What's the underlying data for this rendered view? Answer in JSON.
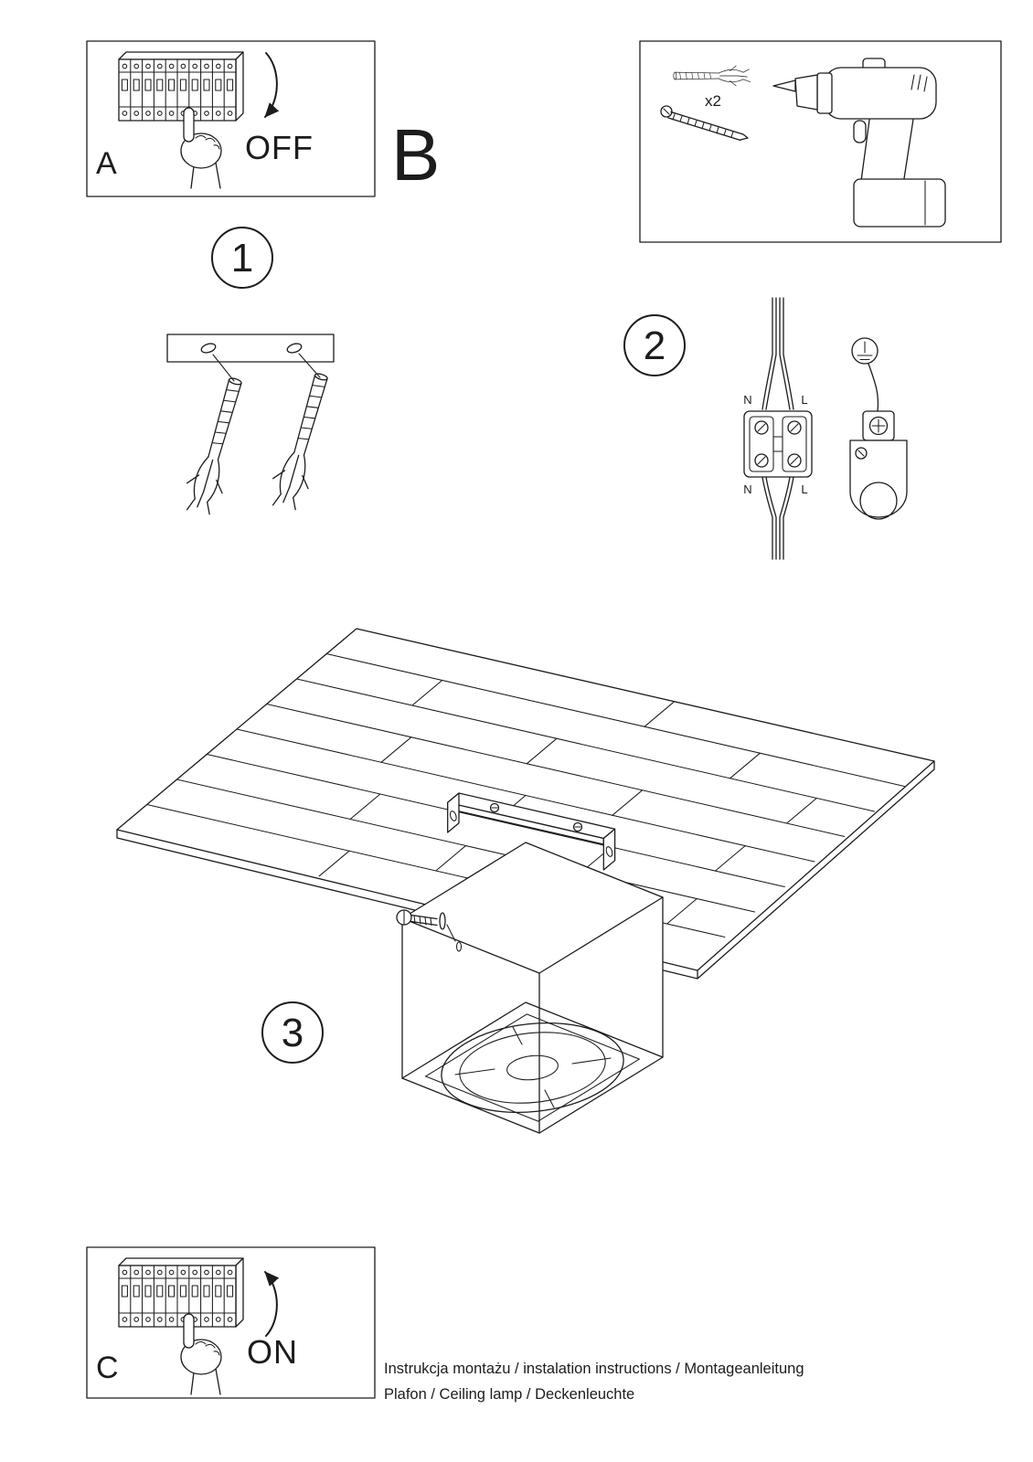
{
  "document": {
    "background": "#ffffff",
    "ink": "#1c1c1c"
  },
  "step_a": {
    "label": "A",
    "switch_state": "OFF"
  },
  "section_b": {
    "label": "B",
    "anchor_quantity": "x2"
  },
  "step_1": {
    "number": "1"
  },
  "step_2": {
    "number": "2",
    "terminal_labels": {
      "top_left": "N",
      "top_right": "L",
      "bottom_left": "N",
      "bottom_right": "L"
    }
  },
  "step_3": {
    "number": "3"
  },
  "step_c": {
    "label": "C",
    "switch_state": "ON"
  },
  "footer": {
    "line1": "Instrukcja montażu / instalation instructions / Montageanleitung",
    "line2": "Plafon / Ceiling lamp / Deckenleuchte"
  }
}
